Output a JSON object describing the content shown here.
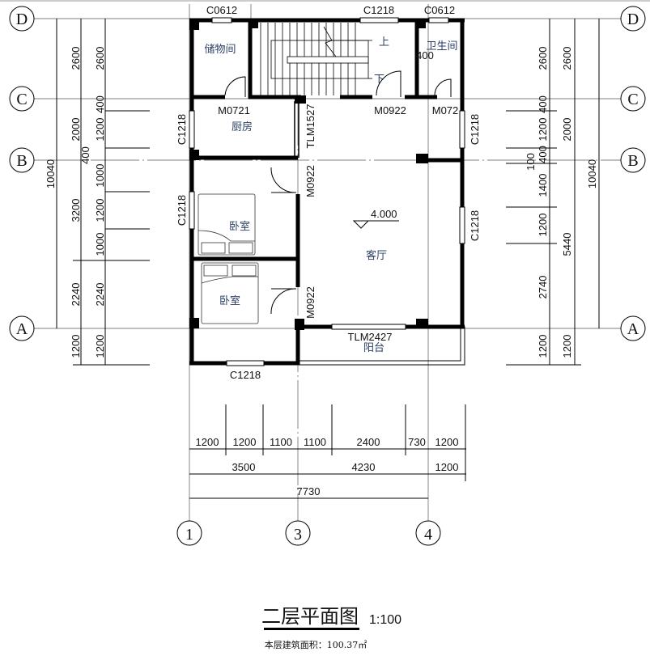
{
  "title": "二层平面图",
  "scale": "1:100",
  "area_text": "本层建筑面积：100.37㎡",
  "axes": {
    "rows": [
      "D",
      "C",
      "B",
      "A"
    ],
    "cols": [
      "1",
      "3",
      "4"
    ]
  },
  "rooms": {
    "storage": "储物间",
    "kitchen": "厨房",
    "bedroom1": "卧室",
    "bedroom2": "卧室",
    "living": "客厅",
    "bathroom": "卫生间",
    "balcony": "阳台",
    "up": "上",
    "down": "下",
    "elevation": "4.000"
  },
  "openings": {
    "top_c0612_left": "C0612",
    "top_c1218": "C1218",
    "top_c0612_right": "C0612",
    "m0721": "M0721",
    "m0922_stair": "M0922",
    "m072_bath": "M072",
    "tlm1527": "TLM1527",
    "m0922_bed1": "M0922",
    "m0922_bed2": "M0922",
    "c1218_left_kitchen": "C1218",
    "c1218_left_bed": "C1218",
    "c1218_right_upper": "C1218",
    "c1218_right_lower": "C1218",
    "c1218_bottom": "C1218",
    "tlm2427": "TLM2427",
    "bath_400": "400"
  },
  "dims_left": {
    "outer": [
      "2600",
      "2000",
      "3200",
      "2240",
      "1200"
    ],
    "total": "10040",
    "inner": [
      "2600",
      "400",
      "1200",
      "400",
      "1000",
      "1200",
      "1000",
      "2240",
      "1200"
    ]
  },
  "dims_right": {
    "inner": [
      "2600",
      "400",
      "1200",
      "400",
      "100",
      "1400",
      "1200",
      "2740",
      "1200"
    ],
    "middle": [
      "2600",
      "2000",
      "5440",
      "1200"
    ],
    "total": "10040"
  },
  "dims_bottom": {
    "row1": [
      "1200",
      "1200",
      "1100",
      "1100",
      "2400",
      "730",
      "1200"
    ],
    "row2": [
      "3500",
      "4230",
      "1200"
    ],
    "row3": [
      "7730"
    ]
  }
}
